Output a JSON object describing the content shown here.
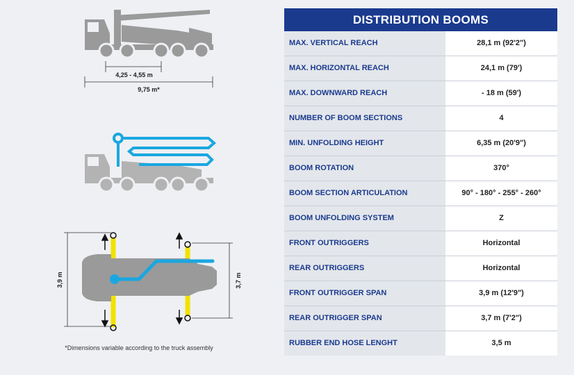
{
  "diagram": {
    "wheelbase_label": "4,25 - 4,55 m",
    "length_label": "9,75 m*",
    "width_left_label": "3,9 m",
    "width_right_label": "3,7 m",
    "footnote": "*Dimensions variable according to the truck assembly"
  },
  "table": {
    "title": "DISTRIBUTION BOOMS",
    "rows": [
      {
        "label": "MAX. VERTICAL REACH",
        "value": "28,1 m (92'2\")"
      },
      {
        "label": "MAX. HORIZONTAL REACH",
        "value": "24,1 m (79')"
      },
      {
        "label": "MAX. DOWNWARD REACH",
        "value": "- 18 m (59')"
      },
      {
        "label": "NUMBER OF BOOM SECTIONS",
        "value": "4"
      },
      {
        "label": "MIN. UNFOLDING HEIGHT",
        "value": "6,35 m (20'9\")"
      },
      {
        "label": "BOOM ROTATION",
        "value": "370°"
      },
      {
        "label": "BOOM SECTION ARTICULATION",
        "value": "90° - 180° - 255° - 260°"
      },
      {
        "label": "BOOM UNFOLDING SYSTEM",
        "value": "Z"
      },
      {
        "label": "FRONT OUTRIGGERS",
        "value": "Horizontal"
      },
      {
        "label": "REAR OUTRIGGERS",
        "value": "Horizontal"
      },
      {
        "label": "FRONT OUTRIGGER SPAN",
        "value": "3,9 m (12'9\")"
      },
      {
        "label": "REAR OUTRIGGER SPAN",
        "value": "3,7 m (7'2\")"
      },
      {
        "label": "RUBBER END HOSE LENGHT",
        "value": "3,5 m"
      }
    ]
  },
  "colors": {
    "header_blue": "#1a3a8e",
    "label_bg": "#e3e6eb",
    "boom_cyan": "#1aa7e0",
    "outrigger_yellow": "#f2e200",
    "truck_gray": "#9a9a9a"
  }
}
